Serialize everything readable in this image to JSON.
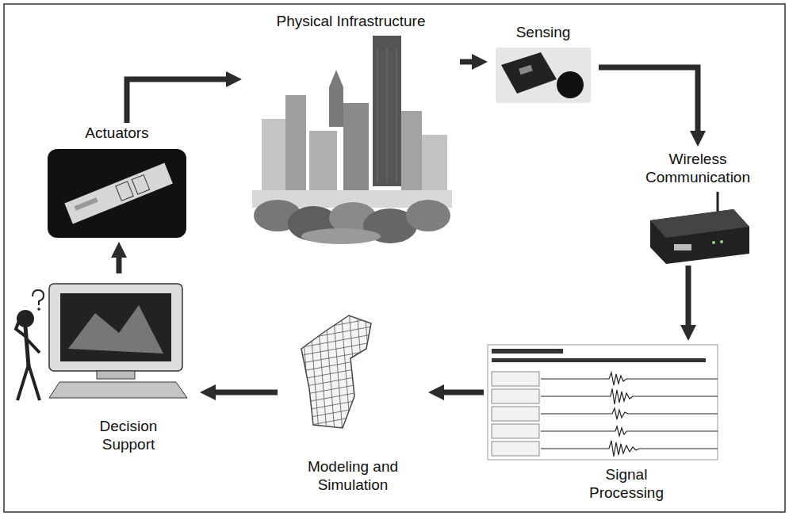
{
  "diagram": {
    "nodes": [
      {
        "text": [
          "Physical Infrastructure"
        ]
      },
      {
        "text": [
          "Sensing"
        ]
      },
      {
        "text": [
          "Wireless Communication"
        ]
      },
      {
        "text": [
          "Signal Processing"
        ]
      },
      {
        "text": [
          "Modeling and Simulation"
        ]
      },
      {
        "text": [
          "Decision Support"
        ]
      },
      {
        "text": [
          "Actuators"
        ]
      }
    ],
    "edges": [
      {
        "from": 0,
        "to": 1,
        "arrow": "to"
      },
      {
        "from": 1,
        "to": 2,
        "arrow": "to"
      },
      {
        "from": 2,
        "to": 3,
        "arrow": "to"
      },
      {
        "from": 3,
        "to": 4,
        "arrow": "to"
      },
      {
        "from": 4,
        "to": 5,
        "arrow": "to"
      },
      {
        "from": 5,
        "to": 6,
        "arrow": "to"
      },
      {
        "from": 6,
        "to": 0,
        "arrow": "to"
      }
    ]
  }
}
